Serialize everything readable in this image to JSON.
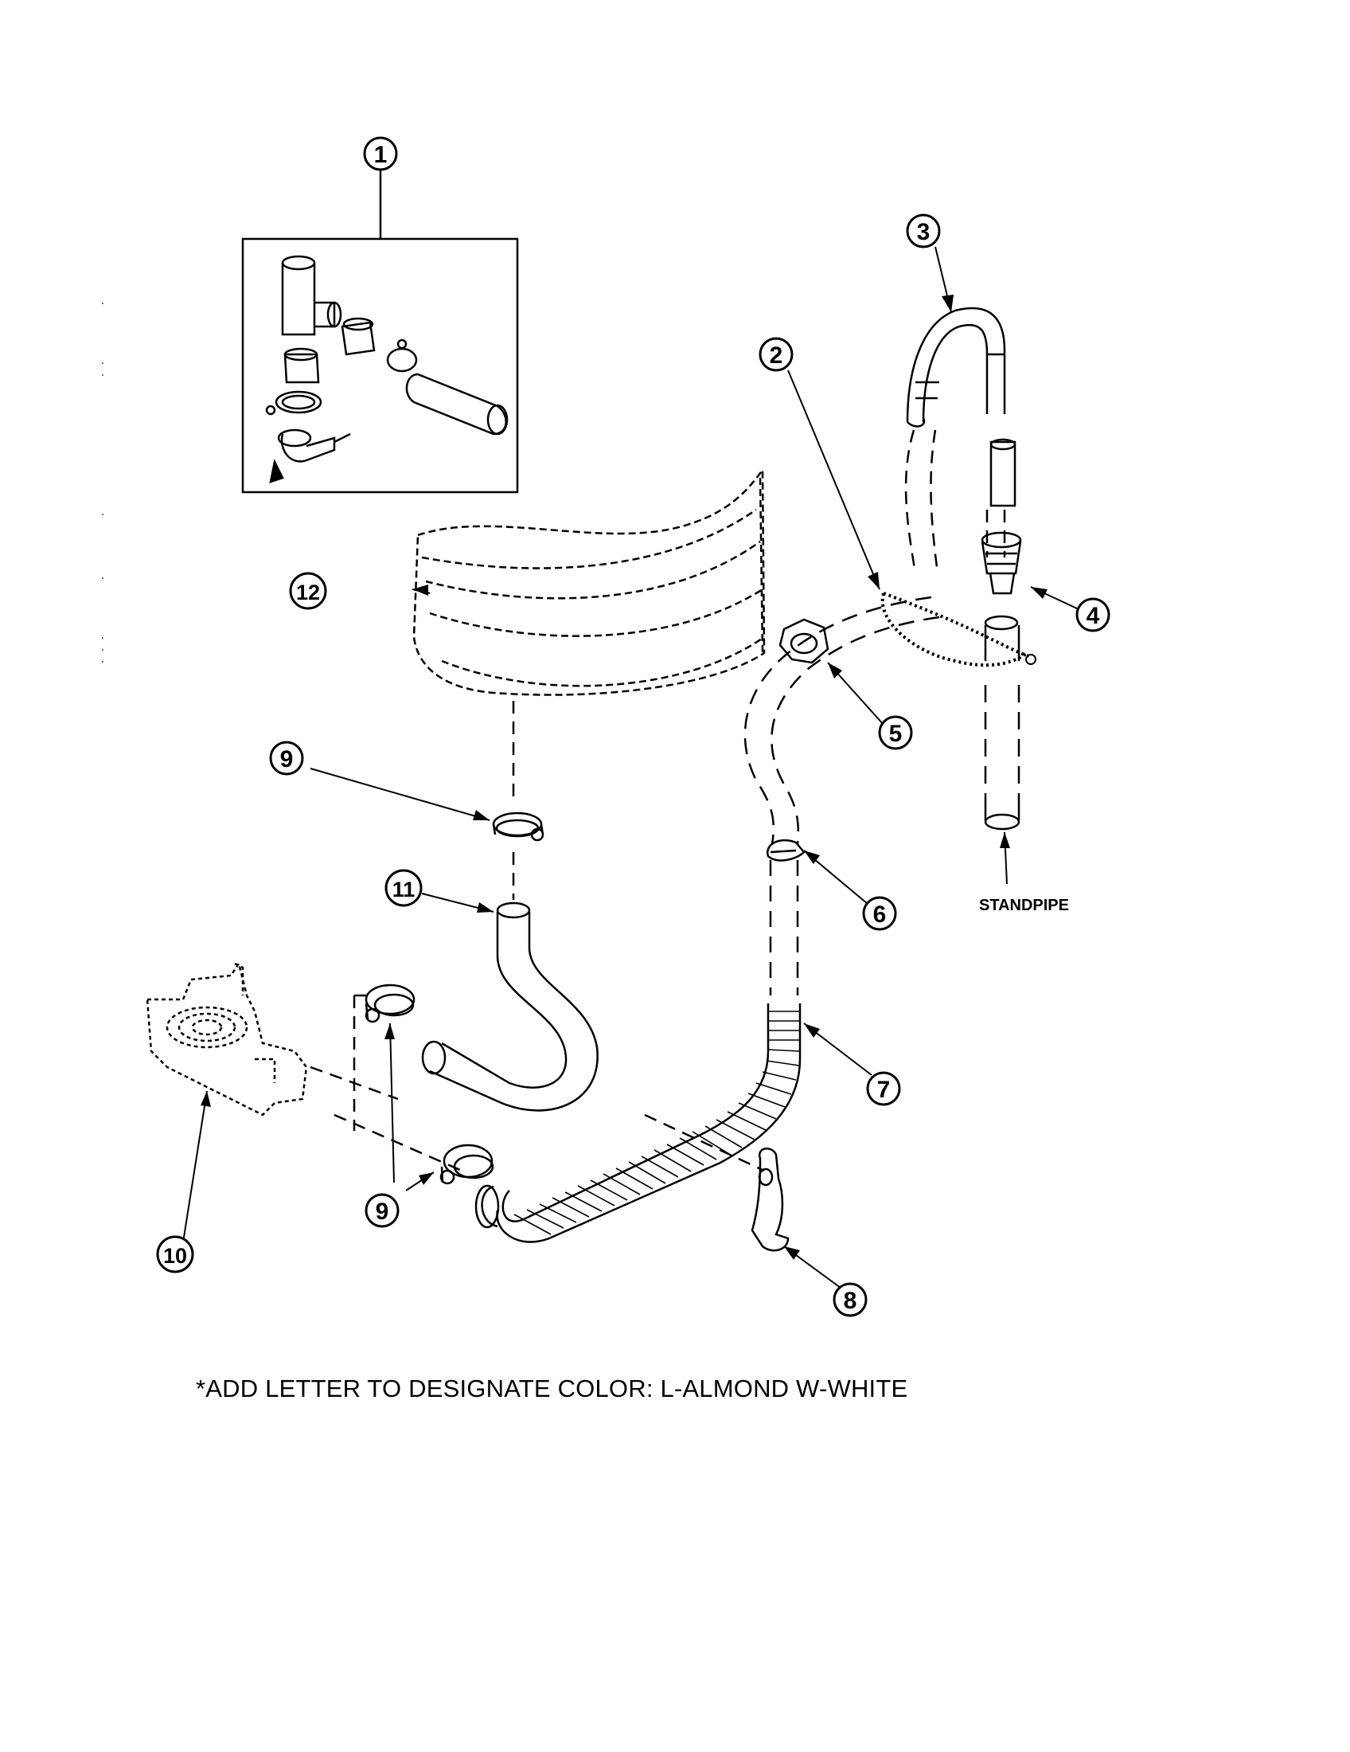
{
  "callouts": [
    {
      "id": "c1",
      "label": "1"
    },
    {
      "id": "c2",
      "label": "2"
    },
    {
      "id": "c3",
      "label": "3"
    },
    {
      "id": "c4",
      "label": "4"
    },
    {
      "id": "c5",
      "label": "5"
    },
    {
      "id": "c6",
      "label": "6"
    },
    {
      "id": "c7",
      "label": "7"
    },
    {
      "id": "c8",
      "label": "8"
    },
    {
      "id": "c9a",
      "label": "9"
    },
    {
      "id": "c9b",
      "label": "9"
    },
    {
      "id": "c10",
      "label": "10"
    },
    {
      "id": "c11",
      "label": "11"
    },
    {
      "id": "c12",
      "label": "12"
    }
  ],
  "standpipe_label": "STANDPIPE",
  "footnote": "*ADD LETTER TO DESIGNATE COLOR: L-ALMOND  W-WHITE"
}
